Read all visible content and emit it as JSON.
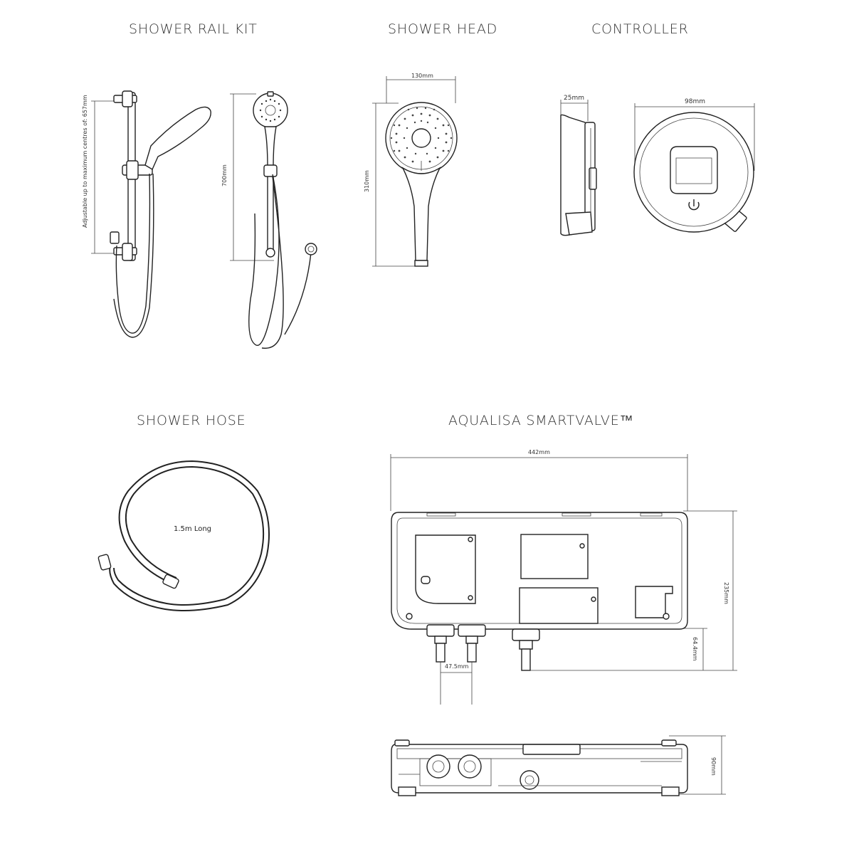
{
  "titles": {
    "shower_rail_kit": "SHOWER RAIL KIT",
    "shower_head": "SHOWER HEAD",
    "controller": "CONTROLLER",
    "shower_hose": "SHOWER HOSE",
    "smartvalve": "AQUALISA SMARTVALVE™"
  },
  "dimensions": {
    "rail_adjustable": "Adjustable up to maximum centres of: 657mm",
    "rail_height": "700mm",
    "head_width": "130mm",
    "head_height": "310mm",
    "controller_depth": "25mm",
    "controller_width": "98mm",
    "hose_length": "1.5m Long",
    "valve_width": "442mm",
    "valve_height": "235mm",
    "valve_outlet": "64.4mm",
    "valve_inlet_spacing": "47.5mm",
    "valve_depth": "90mm"
  }
}
